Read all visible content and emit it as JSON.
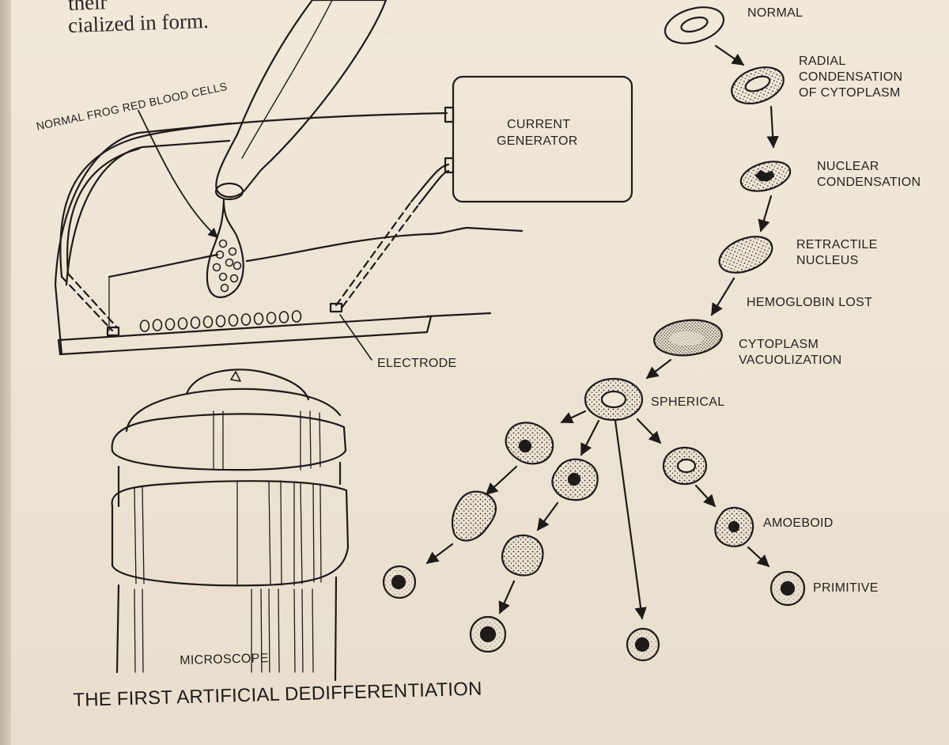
{
  "text_fragment": {
    "line1": "their",
    "line2": "cialized in form."
  },
  "labels": {
    "normal_frog_rbc": "NORMAL FROG RED BLOOD CELLS",
    "current_generator": [
      "CURRENT",
      "GENERATOR"
    ],
    "electrode": "ELECTRODE",
    "microscope": "MICROSCOPE"
  },
  "stages": {
    "normal": "NORMAL",
    "radial": [
      "RADIAL",
      "CONDENSATION",
      "OF CYTOPLASM"
    ],
    "nuclear": [
      "NUCLEAR",
      "CONDENSATION"
    ],
    "retractile": [
      "RETRACTILE",
      "NUCLEUS"
    ],
    "hemoglobin": "HEMOGLOBIN LOST",
    "vacuolization": [
      "CYTOPLASM",
      "VACUOLIZATION"
    ],
    "spherical": "SPHERICAL",
    "amoeboid": "AMOEBOID",
    "primitive": "PRIMITIVE"
  },
  "figure_title": "THE FIRST ARTIFICIAL DEDIFFERENTIATION"
}
